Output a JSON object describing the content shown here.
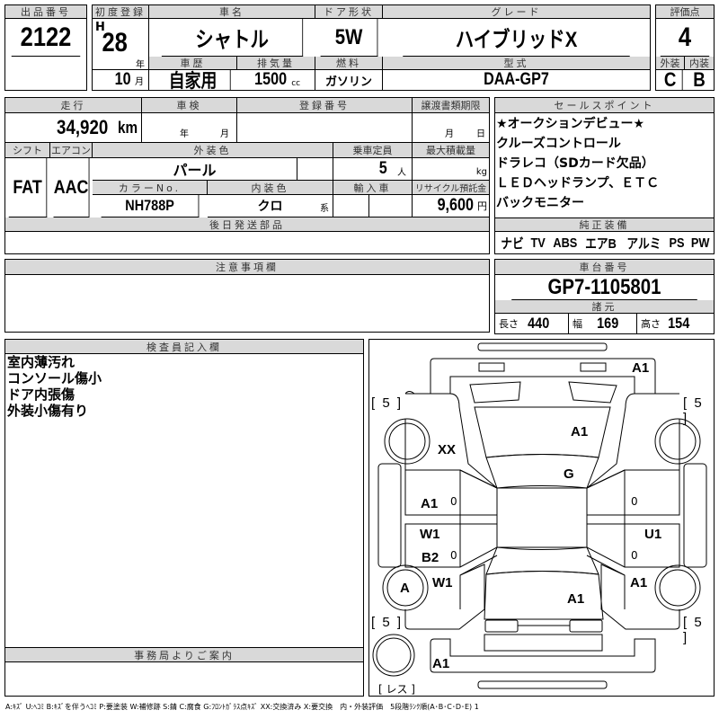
{
  "lot": {
    "label": "出品番号",
    "value": "2122"
  },
  "first_reg": {
    "label": "初度登録",
    "era": "H",
    "year": "28",
    "year_unit": "年",
    "month": "10",
    "month_unit": "月"
  },
  "car_name": {
    "label": "車名",
    "value": "シャトル"
  },
  "door": {
    "label": "ドア形状",
    "value": "5W"
  },
  "grade": {
    "label": "グレード",
    "value": "ハイブリッドX"
  },
  "score": {
    "label": "評価点",
    "value": "4",
    "ext_label": "外装",
    "ext": "C",
    "int_label": "内装",
    "int": "B"
  },
  "history": {
    "label": "車歴",
    "value": "自家用"
  },
  "displacement": {
    "label": "排気量",
    "value": "1500",
    "unit": "cc"
  },
  "fuel": {
    "label": "燃料",
    "value": "ガソリン"
  },
  "model": {
    "label": "型式",
    "value": "DAA-GP7"
  },
  "mileage": {
    "label": "走行",
    "value": "34,920",
    "unit": "km"
  },
  "inspection": {
    "label": "車検",
    "year_unit": "年",
    "month_unit": "月"
  },
  "reg_no": {
    "label": "登録番号"
  },
  "transfer": {
    "label": "譲渡書類期限",
    "month_unit": "月",
    "day_unit": "日"
  },
  "shift": {
    "label": "シフト",
    "value": "FAT"
  },
  "aircon": {
    "label": "エアコン",
    "value": "AAC"
  },
  "ext_color": {
    "label": "外装色",
    "value": "パール"
  },
  "capacity": {
    "label": "乗車定員",
    "value": "5",
    "unit": "人"
  },
  "max_load": {
    "label": "最大積載量",
    "unit": "kg"
  },
  "color_no": {
    "label": "カラーNo.",
    "value": "NH788P"
  },
  "int_color": {
    "label": "内装色",
    "value": "クロ",
    "unit": "系"
  },
  "import": {
    "label": "輸入車"
  },
  "recycle": {
    "label": "リサイクル預託金",
    "value": "9,600",
    "unit": "円"
  },
  "later_parts": {
    "label": "後日発送部品"
  },
  "sales_points": {
    "label": "セールスポイント",
    "items": [
      "★オークションデビュー★",
      "クルーズコントロール",
      "ドラレコ（SDカード欠品）",
      "ＬＥＤヘッドランプ、ＥＴＣ",
      "バックモニター"
    ]
  },
  "equipment": {
    "label": "純正装備",
    "items": [
      "ナビ",
      "TV",
      "ABS",
      "エアB",
      "アルミ",
      "PS",
      "PW"
    ]
  },
  "notes": {
    "label": "注意事項欄"
  },
  "chassis": {
    "label": "車台番号",
    "value": "GP7-1105801"
  },
  "specs": {
    "label": "諸元",
    "length_label": "長さ",
    "length": "440",
    "width_label": "幅",
    "width": "169",
    "height_label": "高さ",
    "height": "154"
  },
  "inspector": {
    "label": "検査員記入欄",
    "lines": [
      "室内薄汚れ",
      "コンソール傷小",
      "ドア内張傷",
      "外装小傷有り"
    ]
  },
  "office": {
    "label": "事務局よりご案内"
  },
  "diagram": {
    "marks": {
      "front_bumper": "A1",
      "hood": "A1",
      "left_front_fender": "XX",
      "windshield": "G",
      "left_front_door": "A1",
      "left_rear_door": "W1",
      "left_rocker": "B2",
      "left_rear_fender": "W1",
      "left_rear_wheel": "A",
      "right_rear_door": "U1",
      "right_rear_fender": "A1",
      "trunk": "A1",
      "rear_bumper": "A1",
      "lf_zero": "0",
      "lr_zero": "0",
      "rf_zero": "0",
      "rr_zero": "0"
    },
    "tire_fl": "[ 5 ]",
    "tire_fr": "[ 5 ]",
    "tire_rl": "[ 5 ]",
    "tire_rr": "[ 5 ]",
    "spare": "[ レス ]"
  },
  "legend": "A:ｷｽﾞ U:ﾍｺﾐ B:ｷｽﾞを伴うﾍｺﾐ P:要塗装 W:補修跡 S:錆 C:腐食 G:ﾌﾛﾝﾄｶﾞﾗｽ点ｷｽﾞ XX:交換済み X:要交換　内・外装評価　5段階ﾗﾝｸ順(A･B･C･D･E) 1"
}
